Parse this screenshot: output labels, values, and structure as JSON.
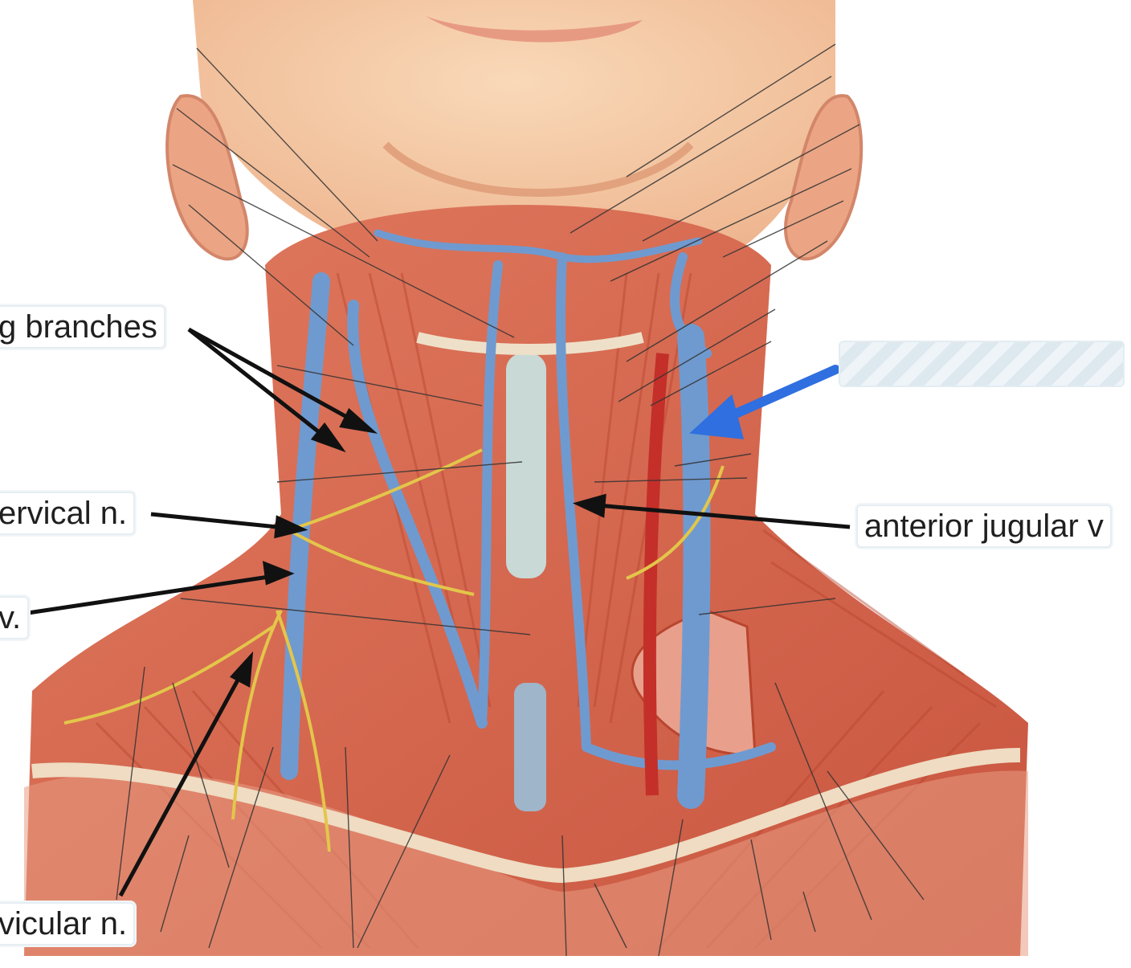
{
  "labels": {
    "branches": "g branches",
    "transverse_cervical": "ervical n.",
    "external_jugular": "v.",
    "anterior_jugular": "anterior jugular v",
    "supraclavicular": "vicular n."
  },
  "hidden_label": {
    "state": "hidden"
  },
  "colors": {
    "skin": "#f3c39b",
    "muscle": "#d8674e",
    "vein": "#6f9ad0",
    "nerve": "#e3c64a",
    "arrow_black": "#111111",
    "arrow_blue": "#2f6fe0",
    "label_border": "#e6eef3"
  }
}
